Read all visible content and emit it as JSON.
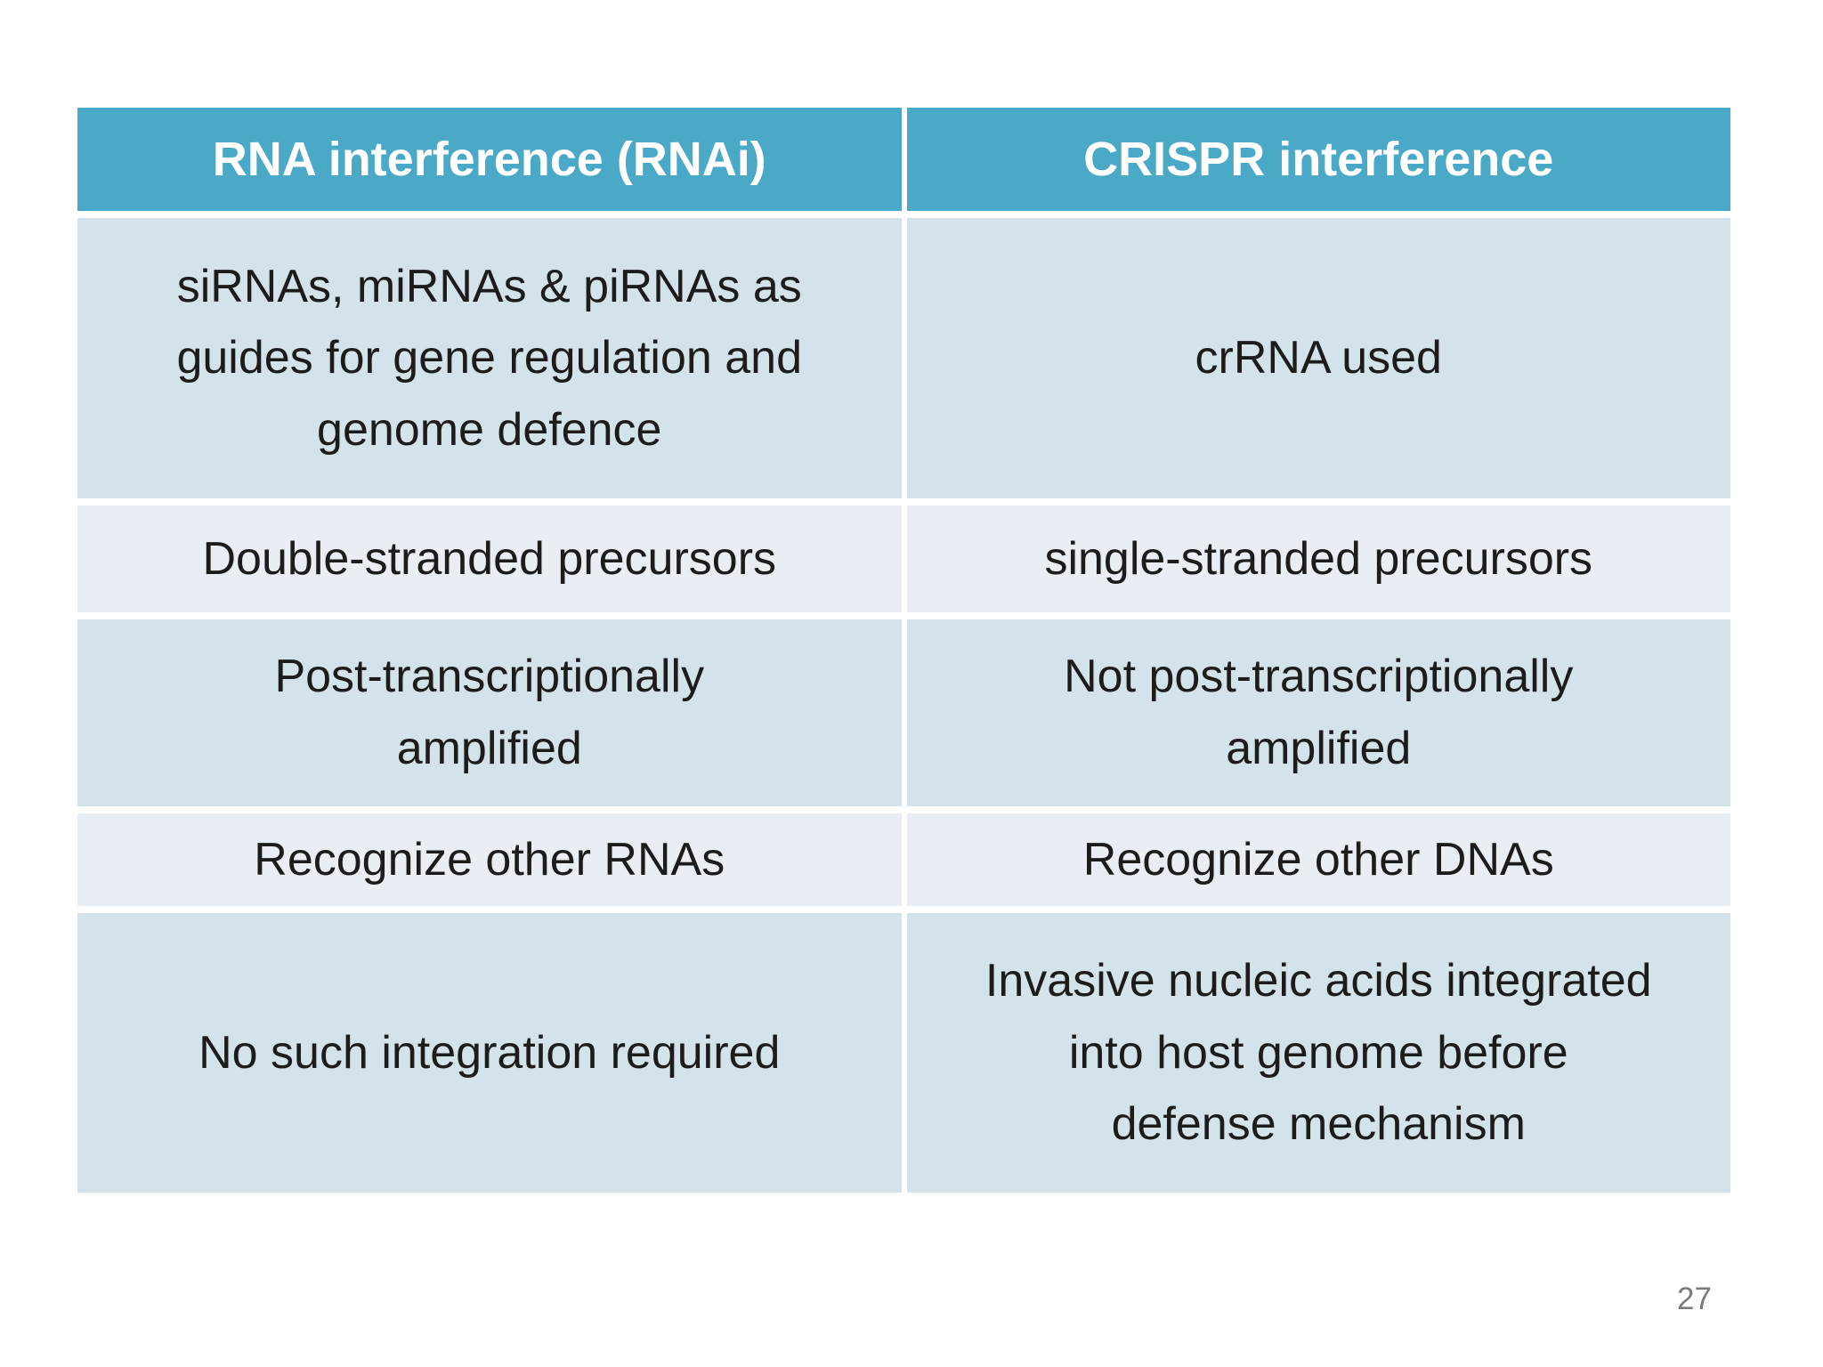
{
  "theme": {
    "slide_bg": "#ffffff",
    "header_bg": "#4aa9c6",
    "header_text": "#ffffff",
    "row_dark_bg": "#d4e2e9",
    "row_light_bg": "#e8eef3",
    "body_text": "#1c1c1c",
    "page_number_color": "#7c7c7c"
  },
  "page": {
    "page_number": "27"
  },
  "table": {
    "columns": [
      "RNA interference (RNAi)",
      "CRISPR interference"
    ],
    "rows": [
      [
        "siRNAs, miRNAs & piRNAs as\nguides for gene regulation and\ngenome defence",
        "crRNA used"
      ],
      [
        "Double-stranded precursors",
        "single-stranded precursors"
      ],
      [
        "Post-transcriptionally\namplified",
        "Not post-transcriptionally\namplified"
      ],
      [
        "Recognize other RNAs",
        "Recognize other DNAs"
      ],
      [
        "No such integration required",
        "Invasive nucleic acids integrated\ninto host genome before\ndefense mechanism"
      ]
    ]
  }
}
